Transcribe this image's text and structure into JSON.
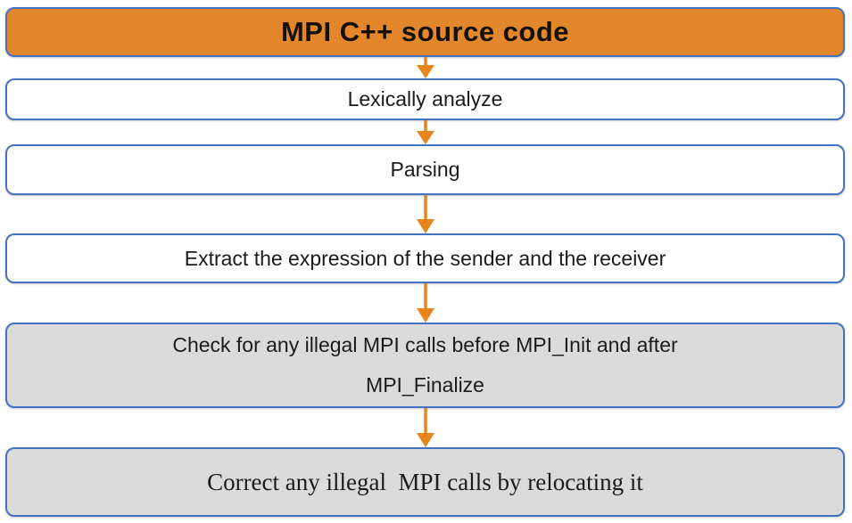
{
  "diagram": {
    "type": "flowchart",
    "direction": "top-down",
    "colors": {
      "source_fill": "#E2872B",
      "process_fill": "#FFFFFF",
      "check_fill": "#DBDBDB",
      "border": "#4472C4",
      "arrow": "#E8851C",
      "text": "#1B1B1B"
    },
    "nodes": [
      {
        "id": "source",
        "label": "MPI C++ source code",
        "style": "orange"
      },
      {
        "id": "lex",
        "label": "Lexically analyze",
        "style": "white"
      },
      {
        "id": "parse",
        "label": "Parsing",
        "style": "white"
      },
      {
        "id": "extract",
        "label": "Extract the expression of the sender and the receiver",
        "style": "white"
      },
      {
        "id": "check",
        "label": "Check for any illegal MPI calls before MPI_Init and after MPI_Finalize",
        "lines": [
          "Check for any illegal MPI calls before MPI_Init and after",
          "MPI_Finalize"
        ],
        "style": "gray"
      },
      {
        "id": "correct",
        "label": "Correct any illegal  MPI calls by relocating it",
        "style": "gray-serif"
      }
    ],
    "edges": [
      {
        "from": "source",
        "to": "lex"
      },
      {
        "from": "lex",
        "to": "parse"
      },
      {
        "from": "parse",
        "to": "extract"
      },
      {
        "from": "extract",
        "to": "check"
      },
      {
        "from": "check",
        "to": "correct"
      }
    ]
  }
}
